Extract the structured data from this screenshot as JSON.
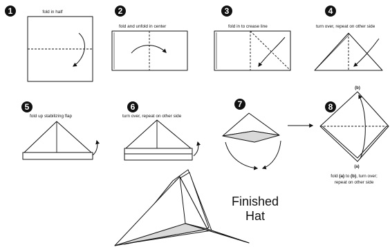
{
  "steps": [
    {
      "number": "1",
      "caption": "fold in half"
    },
    {
      "number": "2",
      "caption": "fold and unfold in center"
    },
    {
      "number": "3",
      "caption": "fold in to crease line"
    },
    {
      "number": "4",
      "caption": "turn over, repeat on other side"
    },
    {
      "number": "5",
      "caption": "fold up stabilizing flap"
    },
    {
      "number": "6",
      "caption": "turn over, repeat on other side"
    },
    {
      "number": "7",
      "caption": ""
    },
    {
      "number": "8",
      "caption_line1_prefix": "fold ",
      "caption_a": "(a)",
      "caption_line1_mid": " to ",
      "caption_b": "(b)",
      "caption_line1_suffix": ", turn over;",
      "caption_line2": "repeat on other side",
      "point_a": "(a)",
      "point_b": "(b)"
    }
  ],
  "finished": {
    "line1": "Finished",
    "line2": "Hat"
  },
  "colors": {
    "ink": "#111111",
    "paper": "#ffffff",
    "shade": "#d9d9d9"
  }
}
